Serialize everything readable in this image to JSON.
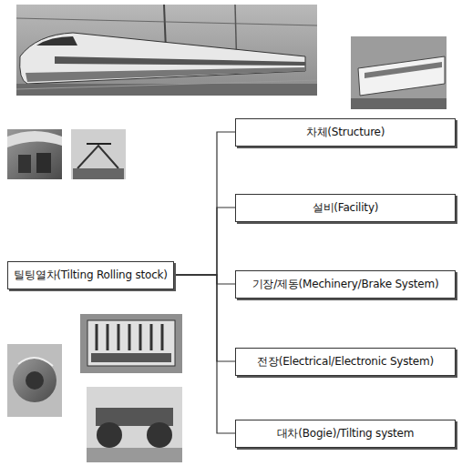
{
  "diagram": {
    "nodes": [
      {
        "text": [
          "틸팅열차(Tilting Rolling stock)"
        ]
      },
      {
        "text": [
          "차체(Structure)"
        ]
      },
      {
        "text": [
          "설비(Facility)"
        ]
      },
      {
        "text": [
          "기장/제동(Mechinery/Brake System)"
        ]
      },
      {
        "text": [
          "전장(Electrical/Electronic System)"
        ]
      },
      {
        "text": [
          "대차(Bogie)/Tilting system"
        ]
      }
    ],
    "edges": [
      {
        "from": 0,
        "to": 1,
        "arrow": "none"
      },
      {
        "from": 0,
        "to": 2,
        "arrow": "none"
      },
      {
        "from": 0,
        "to": 3,
        "arrow": "none"
      },
      {
        "from": 0,
        "to": 4,
        "arrow": "none"
      },
      {
        "from": 0,
        "to": 5,
        "arrow": "none"
      }
    ]
  }
}
